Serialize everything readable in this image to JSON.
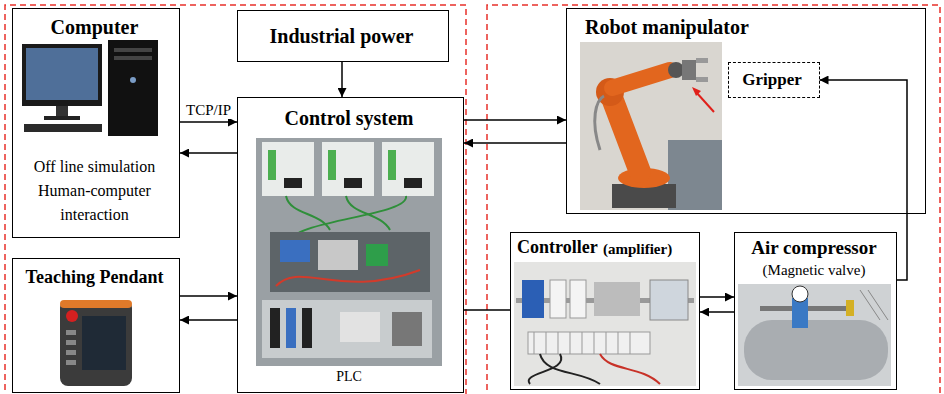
{
  "diagram": {
    "nodes": [
      {
        "text": [
          "Computer",
          "Off line simulation Human-computer interaction"
        ]
      },
      {
        "text": [
          "Industrial power"
        ]
      },
      {
        "text": [
          "Control system",
          "PLC"
        ]
      },
      {
        "text": [
          "Robot manipulator"
        ]
      },
      {
        "text": [
          "Gripper"
        ],
        "in": 3
      },
      {
        "text": [
          "Teaching Pendant"
        ]
      },
      {
        "text": [
          "Controller",
          "(amplifier)"
        ]
      },
      {
        "text": [
          "Air compressor",
          "(Magnetic valve)"
        ]
      }
    ],
    "edges": [
      {
        "from": 0,
        "to": 2,
        "label": "TCP/IP",
        "arrow": "to"
      },
      {
        "from": 2,
        "to": 0,
        "arrow": "to"
      },
      {
        "from": 1,
        "to": 2,
        "arrow": "to"
      },
      {
        "from": 2,
        "to": 3,
        "arrow": "to"
      },
      {
        "from": 3,
        "to": 2,
        "arrow": "to"
      },
      {
        "from": 5,
        "to": 2,
        "arrow": "to"
      },
      {
        "from": 2,
        "to": 5,
        "arrow": "to"
      },
      {
        "from": 2,
        "to": 6,
        "arrow": "none"
      },
      {
        "from": 6,
        "to": 7,
        "arrow": "to"
      },
      {
        "from": 7,
        "to": 6,
        "arrow": "to"
      },
      {
        "from": 7,
        "to": 4,
        "arrow": "to"
      }
    ]
  }
}
